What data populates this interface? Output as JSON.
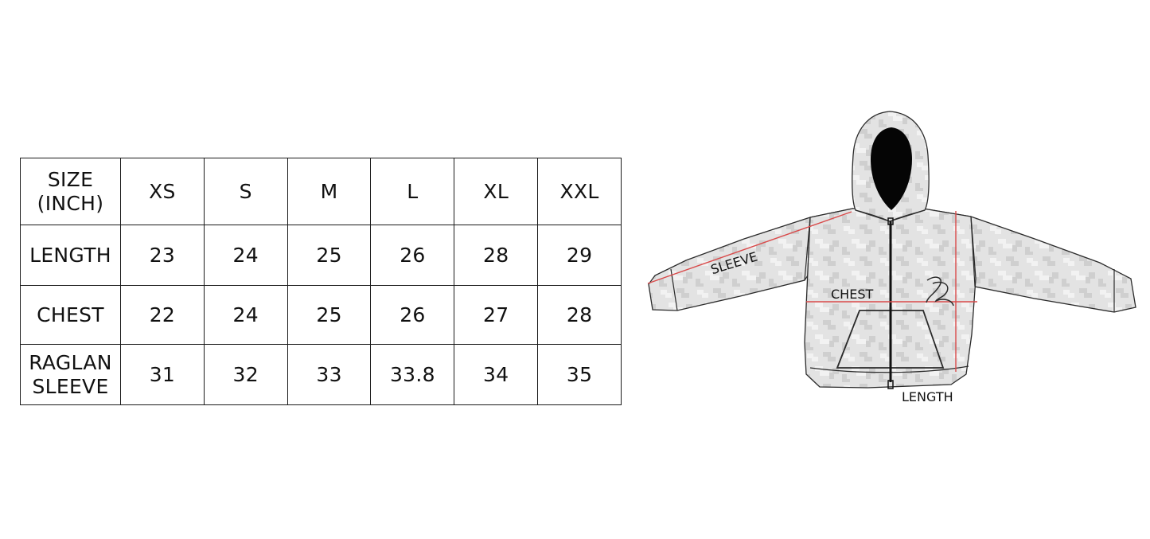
{
  "size_chart": {
    "corner_label_line1": "SIZE",
    "corner_label_line2": "(INCH)",
    "sizes": [
      "XS",
      "S",
      "M",
      "L",
      "XL",
      "XXL"
    ],
    "rows": [
      {
        "label_line1": "LENGTH",
        "label_line2": "",
        "values": [
          "23",
          "24",
          "25",
          "26",
          "28",
          "29"
        ]
      },
      {
        "label_line1": "CHEST",
        "label_line2": "",
        "values": [
          "22",
          "24",
          "25",
          "26",
          "27",
          "28"
        ]
      },
      {
        "label_line1": "RAGLAN",
        "label_line2": "SLEEVE",
        "values": [
          "31",
          "32",
          "33",
          "33.8",
          "34",
          "35"
        ]
      }
    ]
  },
  "figure": {
    "sleeve_label": "SLEEVE",
    "chest_label": "CHEST",
    "length_label": "LENGTH",
    "colors": {
      "body_fill": "#e3e3e3",
      "camo_light": "#f2f2f2",
      "camo_dark": "#cfcfcf",
      "outline": "#2a2a2a",
      "hood_opening": "#050505",
      "measure_line": "#d94a4a",
      "zipper": "#111111"
    }
  }
}
